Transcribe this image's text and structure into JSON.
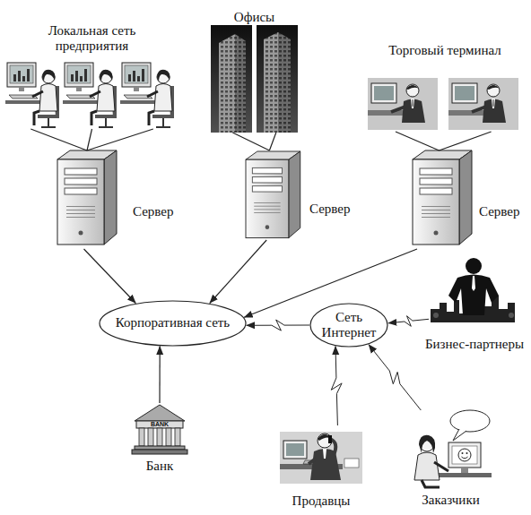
{
  "diagram": {
    "nodes": [
      {
        "text": [
          "Локальная сеть предприятия"
        ]
      },
      {
        "text": [
          "Офисы"
        ]
      },
      {
        "text": [
          "Торговый терминал"
        ]
      },
      {
        "text": [
          "Сервер"
        ]
      },
      {
        "text": [
          "Сервер"
        ]
      },
      {
        "text": [
          "Сервер"
        ]
      },
      {
        "text": [
          "Корпоративная сеть"
        ]
      },
      {
        "text": [
          "Сеть Интернет"
        ]
      },
      {
        "text": [
          "Бизнес-партнеры"
        ]
      },
      {
        "text": [
          "Банк"
        ]
      },
      {
        "text": [
          "Продавцы"
        ]
      },
      {
        "text": [
          "Заказчики"
        ]
      }
    ],
    "edges": [
      {
        "from": 0,
        "to": 3,
        "arrow": "none"
      },
      {
        "from": 1,
        "to": 4,
        "arrow": "none"
      },
      {
        "from": 2,
        "to": 5,
        "arrow": "none"
      },
      {
        "from": 3,
        "to": 6,
        "arrow": "to"
      },
      {
        "from": 4,
        "to": 6,
        "arrow": "to"
      },
      {
        "from": 5,
        "to": 6,
        "arrow": "to"
      },
      {
        "from": 7,
        "to": 6,
        "arrow": "to"
      },
      {
        "from": 8,
        "to": 7,
        "arrow": "to"
      },
      {
        "from": 9,
        "to": 6,
        "arrow": "to"
      },
      {
        "from": 10,
        "to": 7,
        "arrow": "to"
      },
      {
        "from": 11,
        "to": 7,
        "arrow": "to"
      }
    ],
    "labels": [
      "BANK"
    ]
  }
}
